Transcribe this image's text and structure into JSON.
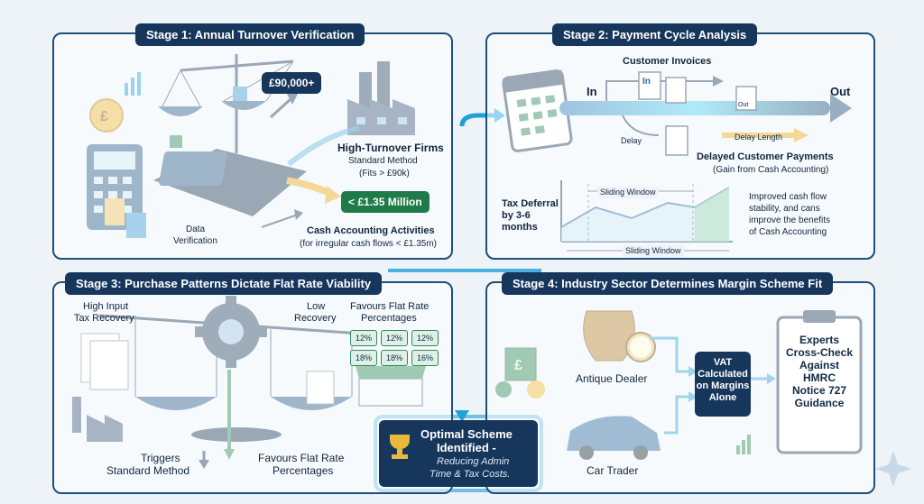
{
  "stage1": {
    "title": "Stage 1: Annual Turnover Verification",
    "amount_badge": "£90,000+",
    "high_turnover_title": "High-Turnover Firms",
    "high_turnover_line1": "Standard Method",
    "high_turnover_line2": "(Fits > £90k)",
    "threshold_badge": "< £1.35 Million",
    "data_line1": "Data",
    "data_line2": "Verification",
    "cash_title": "Cash Accounting Activities",
    "cash_sub": "(for irregular cash flows < £1.35m)"
  },
  "stage2": {
    "title": "Stage 2: Payment Cycle Analysis",
    "customer_invoices": "Customer Invoices",
    "in_label": "In",
    "out_label": "Out",
    "doc_in": "In",
    "doc_out": "Out",
    "delay_label": "Delay",
    "delay_length": "Delay Length",
    "delayed_title": "Delayed Customer Payments",
    "delayed_sub": "(Gain from Cash Accounting)",
    "tax_deferral_1": "Tax Deferral",
    "tax_deferral_2": "by 3-6",
    "tax_deferral_3": "months",
    "sliding_window_top": "Sliding Window",
    "sliding_window_bottom": "Sliding Window",
    "improved_1": "Improved cash flow",
    "improved_2": "stability, and cans",
    "improved_3": "improve the benefits",
    "improved_4": "of Cash Accounting"
  },
  "stage3": {
    "title": "Stage 3: Purchase Patterns Dictate Flat Rate Viability",
    "high_input_1": "High Input",
    "high_input_2": "Tax Recovery",
    "low_1": "Low",
    "low_2": "Recovery",
    "favours_top_1": "Favours Flat Rate",
    "favours_top_2": "Percentages",
    "pct_row1": [
      "12%",
      "12%",
      "12%"
    ],
    "pct_row2": [
      "18%",
      "18%",
      "16%"
    ],
    "triggers_1": "Triggers",
    "triggers_2": "Standard Method",
    "favours_bottom_1": "Favours Flat Rate",
    "favours_bottom_2": "Percentages"
  },
  "stage4": {
    "title": "Stage 4: Industry Sector Determines Margin Scheme Fit",
    "antique_dealer": "Antique Dealer",
    "car_trader": "Car Trader",
    "vat_1": "VAT",
    "vat_2": "Calculated",
    "vat_3": "on Margins",
    "vat_4": "Alone",
    "experts_1": "Experts",
    "experts_2": "Cross-Check",
    "experts_3": "Against",
    "experts_4": "HMRC",
    "experts_5": "Notice 727",
    "experts_6": "Guidance"
  },
  "center": {
    "title_1": "Optimal Scheme",
    "title_2": "Identified -",
    "sub_1": "Reducing Admin",
    "sub_2": "Time & Tax Costs."
  },
  "colors": {
    "navy": "#16365c",
    "green": "#1f7a4a",
    "cyan": "#1ea0d8",
    "panel_border": "#1f4e78"
  }
}
